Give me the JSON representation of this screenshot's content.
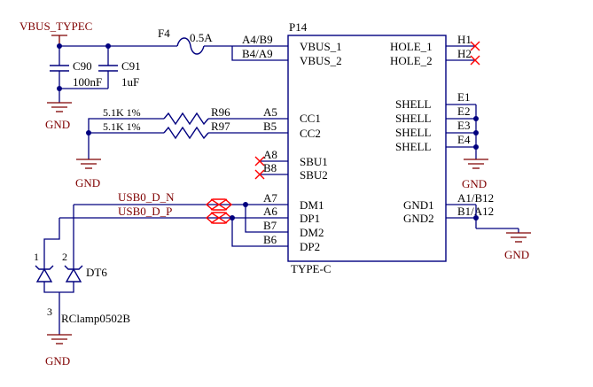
{
  "nets": {
    "vbus": "VBUS_TYPEC",
    "usb_dn": "USB0_D_N",
    "usb_dp": "USB0_D_P"
  },
  "ground": "GND",
  "fuse": {
    "ref": "F4",
    "value": "0.5A"
  },
  "caps": [
    {
      "ref": "C90",
      "value": "100nF"
    },
    {
      "ref": "C91",
      "value": "1uF"
    }
  ],
  "resistors": [
    {
      "ref": "R96",
      "value": "5.1K 1%"
    },
    {
      "ref": "R97",
      "value": "5.1K 1%"
    }
  ],
  "tvs": {
    "ref": "DT6",
    "part": "RClamp0502B",
    "pin1": "1",
    "pin2": "2",
    "pin3": "3"
  },
  "connector": {
    "ref": "P14",
    "type": "TYPE-C",
    "left_pins": [
      {
        "num": "A4/B9",
        "name": "VBUS_1"
      },
      {
        "num": "B4/A9",
        "name": "VBUS_2"
      },
      {
        "num": "A5",
        "name": "CC1"
      },
      {
        "num": "B5",
        "name": "CC2"
      },
      {
        "num": "A8",
        "name": "SBU1"
      },
      {
        "num": "B8",
        "name": "SBU2"
      },
      {
        "num": "A7",
        "name": "DM1"
      },
      {
        "num": "A6",
        "name": "DP1"
      },
      {
        "num": "B7",
        "name": "DM2"
      },
      {
        "num": "B6",
        "name": "DP2"
      }
    ],
    "right_pins": [
      {
        "num": "H1",
        "name": "HOLE_1"
      },
      {
        "num": "H2",
        "name": "HOLE_2"
      },
      {
        "num": "E1",
        "name": "SHELL"
      },
      {
        "num": "E2",
        "name": "SHELL"
      },
      {
        "num": "E3",
        "name": "SHELL"
      },
      {
        "num": "E4",
        "name": "SHELL"
      },
      {
        "num": "A1/B12",
        "name": "GND1"
      },
      {
        "num": "B1/A12",
        "name": "GND2"
      }
    ]
  },
  "colors": {
    "wire": "#00007f",
    "ground": "#7f0000",
    "no_connect": "#ff0000",
    "label": "#000080"
  }
}
